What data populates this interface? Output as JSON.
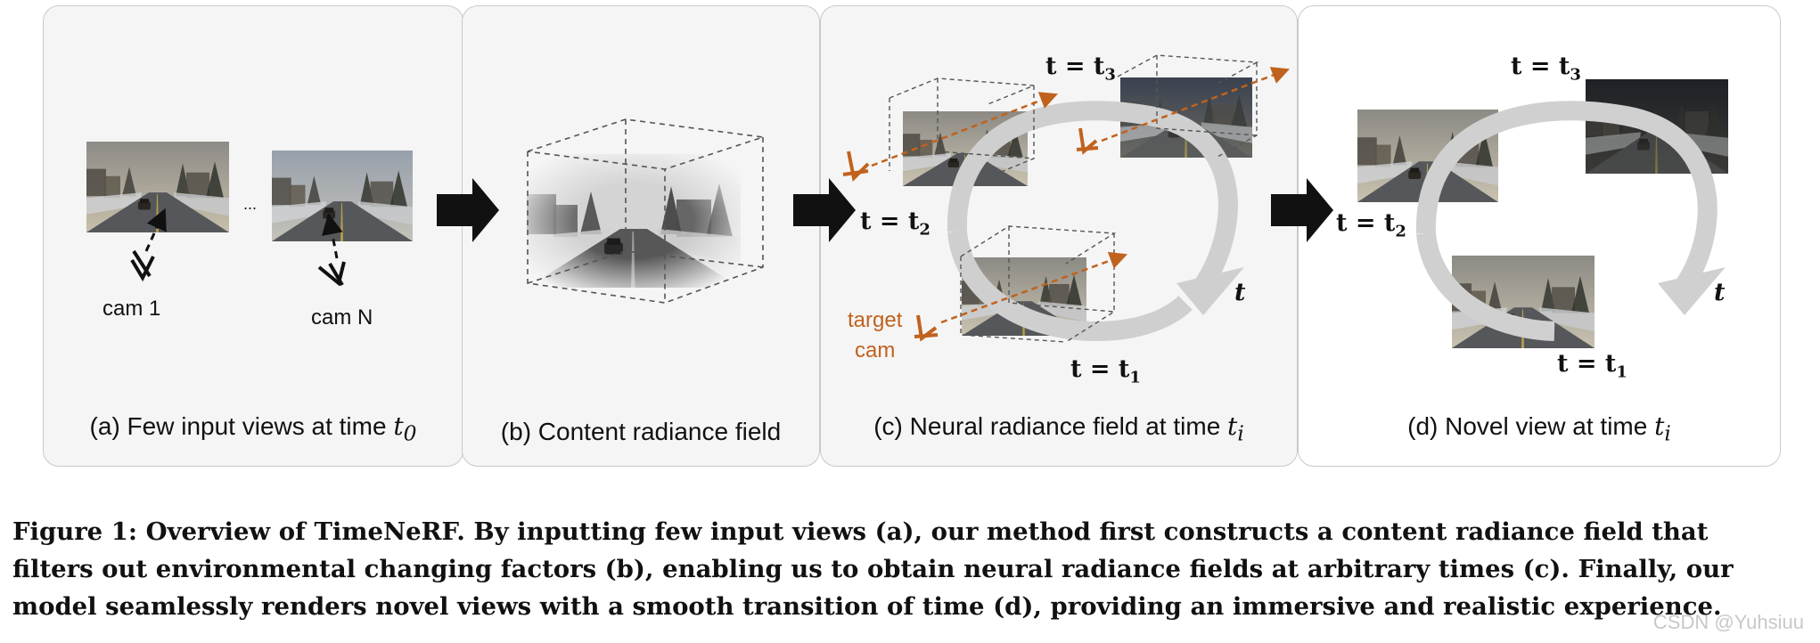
{
  "panels": {
    "a": {
      "caption_prefix": "(a) Few input views at time ",
      "caption_var": "t",
      "caption_sub": "0",
      "cam1_label": "cam 1",
      "camN_label": "cam N",
      "ellipsis": "..."
    },
    "b": {
      "caption": "(b) Content radiance field"
    },
    "c": {
      "caption_prefix": "(c) Neural radiance field at time ",
      "caption_var": "t",
      "caption_sub": "i",
      "t3_label": "t = t",
      "t3_sub": "3",
      "t2_label": "t = t",
      "t2_sub": "2",
      "t1_label": "t = t",
      "t1_sub": "1",
      "t_label": "t",
      "target_cam_line1": "target",
      "target_cam_line2": "cam"
    },
    "d": {
      "caption_prefix": "(d) Novel view at time ",
      "caption_var": "t",
      "caption_sub": "i",
      "t3_label": "t = t",
      "t3_sub": "3",
      "t2_label": "t = t",
      "t2_sub": "2",
      "t1_label": "t = t",
      "t1_sub": "1",
      "t_label": "t"
    }
  },
  "figure_caption": {
    "line1": "Figure 1: Overview of TimeNeRF. By inputting few input views (a), our method first constructs a content radiance field that",
    "line2": "filters out environmental changing factors (b), enabling us to obtain neural radiance fields at arbitrary times (c). Finally, our",
    "line3": "model seamlessly renders novel views with a smooth transition of time (d), providing an immersive and realistic experience."
  },
  "watermark": "CSDN @Yuhsiuu",
  "colors": {
    "accent_orange": "#c0621d",
    "panel_bg": "#f5f5f5",
    "loop_gray": "#d0d0d0"
  }
}
